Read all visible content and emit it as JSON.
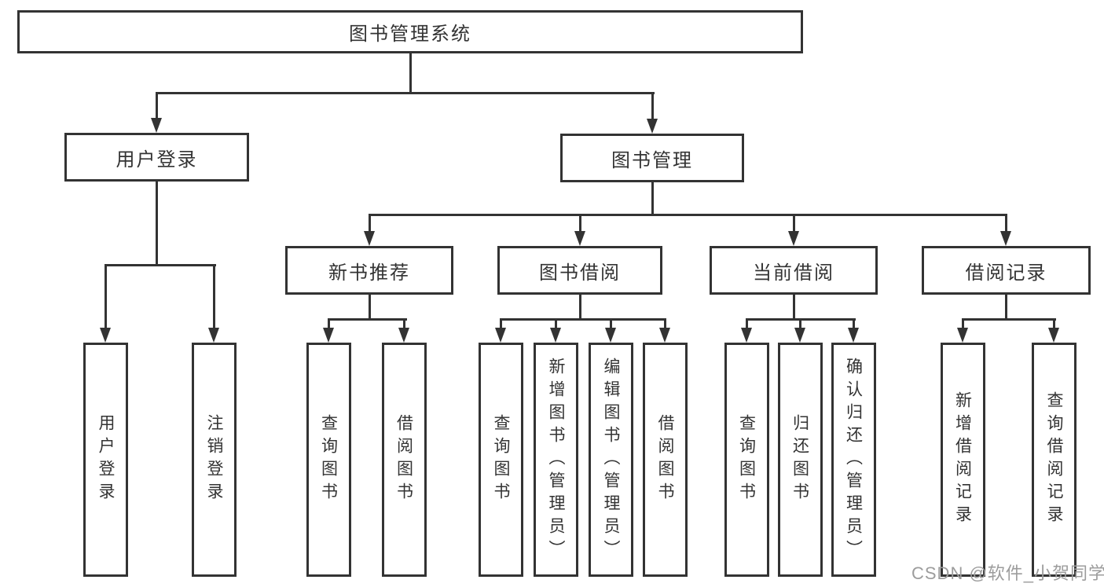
{
  "diagram": {
    "root": {
      "label": "图书管理系统"
    },
    "level2": [
      {
        "label": "用户登录"
      },
      {
        "label": "图书管理",
        "parent": "图书管理系统"
      }
    ],
    "level3": [
      {
        "label": "新书推荐",
        "parent": "图书管理"
      },
      {
        "label": "图书借阅",
        "parent": "图书管理"
      },
      {
        "label": "当前借阅",
        "parent": "图书管理"
      },
      {
        "label": "借阅记录",
        "parent": "图书管理"
      }
    ],
    "leaves": [
      {
        "label": "用户登录",
        "parent": "用户登录"
      },
      {
        "label": "注销登录",
        "parent": "用户登录"
      },
      {
        "label": "查询图书",
        "parent": "新书推荐"
      },
      {
        "label": "借阅图书",
        "parent": "新书推荐"
      },
      {
        "label": "查询图书",
        "parent": "图书借阅"
      },
      {
        "label": "新增图书（管理员）",
        "parent": "图书借阅"
      },
      {
        "label": "编辑图书（管理员）",
        "parent": "图书借阅"
      },
      {
        "label": "借阅图书",
        "parent": "图书借阅"
      },
      {
        "label": "查询图书",
        "parent": "当前借阅"
      },
      {
        "label": "归还图书",
        "parent": "当前借阅"
      },
      {
        "label": "确认归还（管理员）",
        "parent": "当前借阅"
      },
      {
        "label": "新增借阅记录",
        "parent": "借阅记录"
      },
      {
        "label": "查询借阅记录",
        "parent": "借阅记录"
      }
    ]
  },
  "watermark": {
    "text": "CSDN @软件_小贺同学"
  },
  "colors": {
    "line": "#333333",
    "text": "#333333",
    "box_bg": "#ffffff",
    "background": "#ffffff",
    "watermark": "#9c9c9c"
  }
}
